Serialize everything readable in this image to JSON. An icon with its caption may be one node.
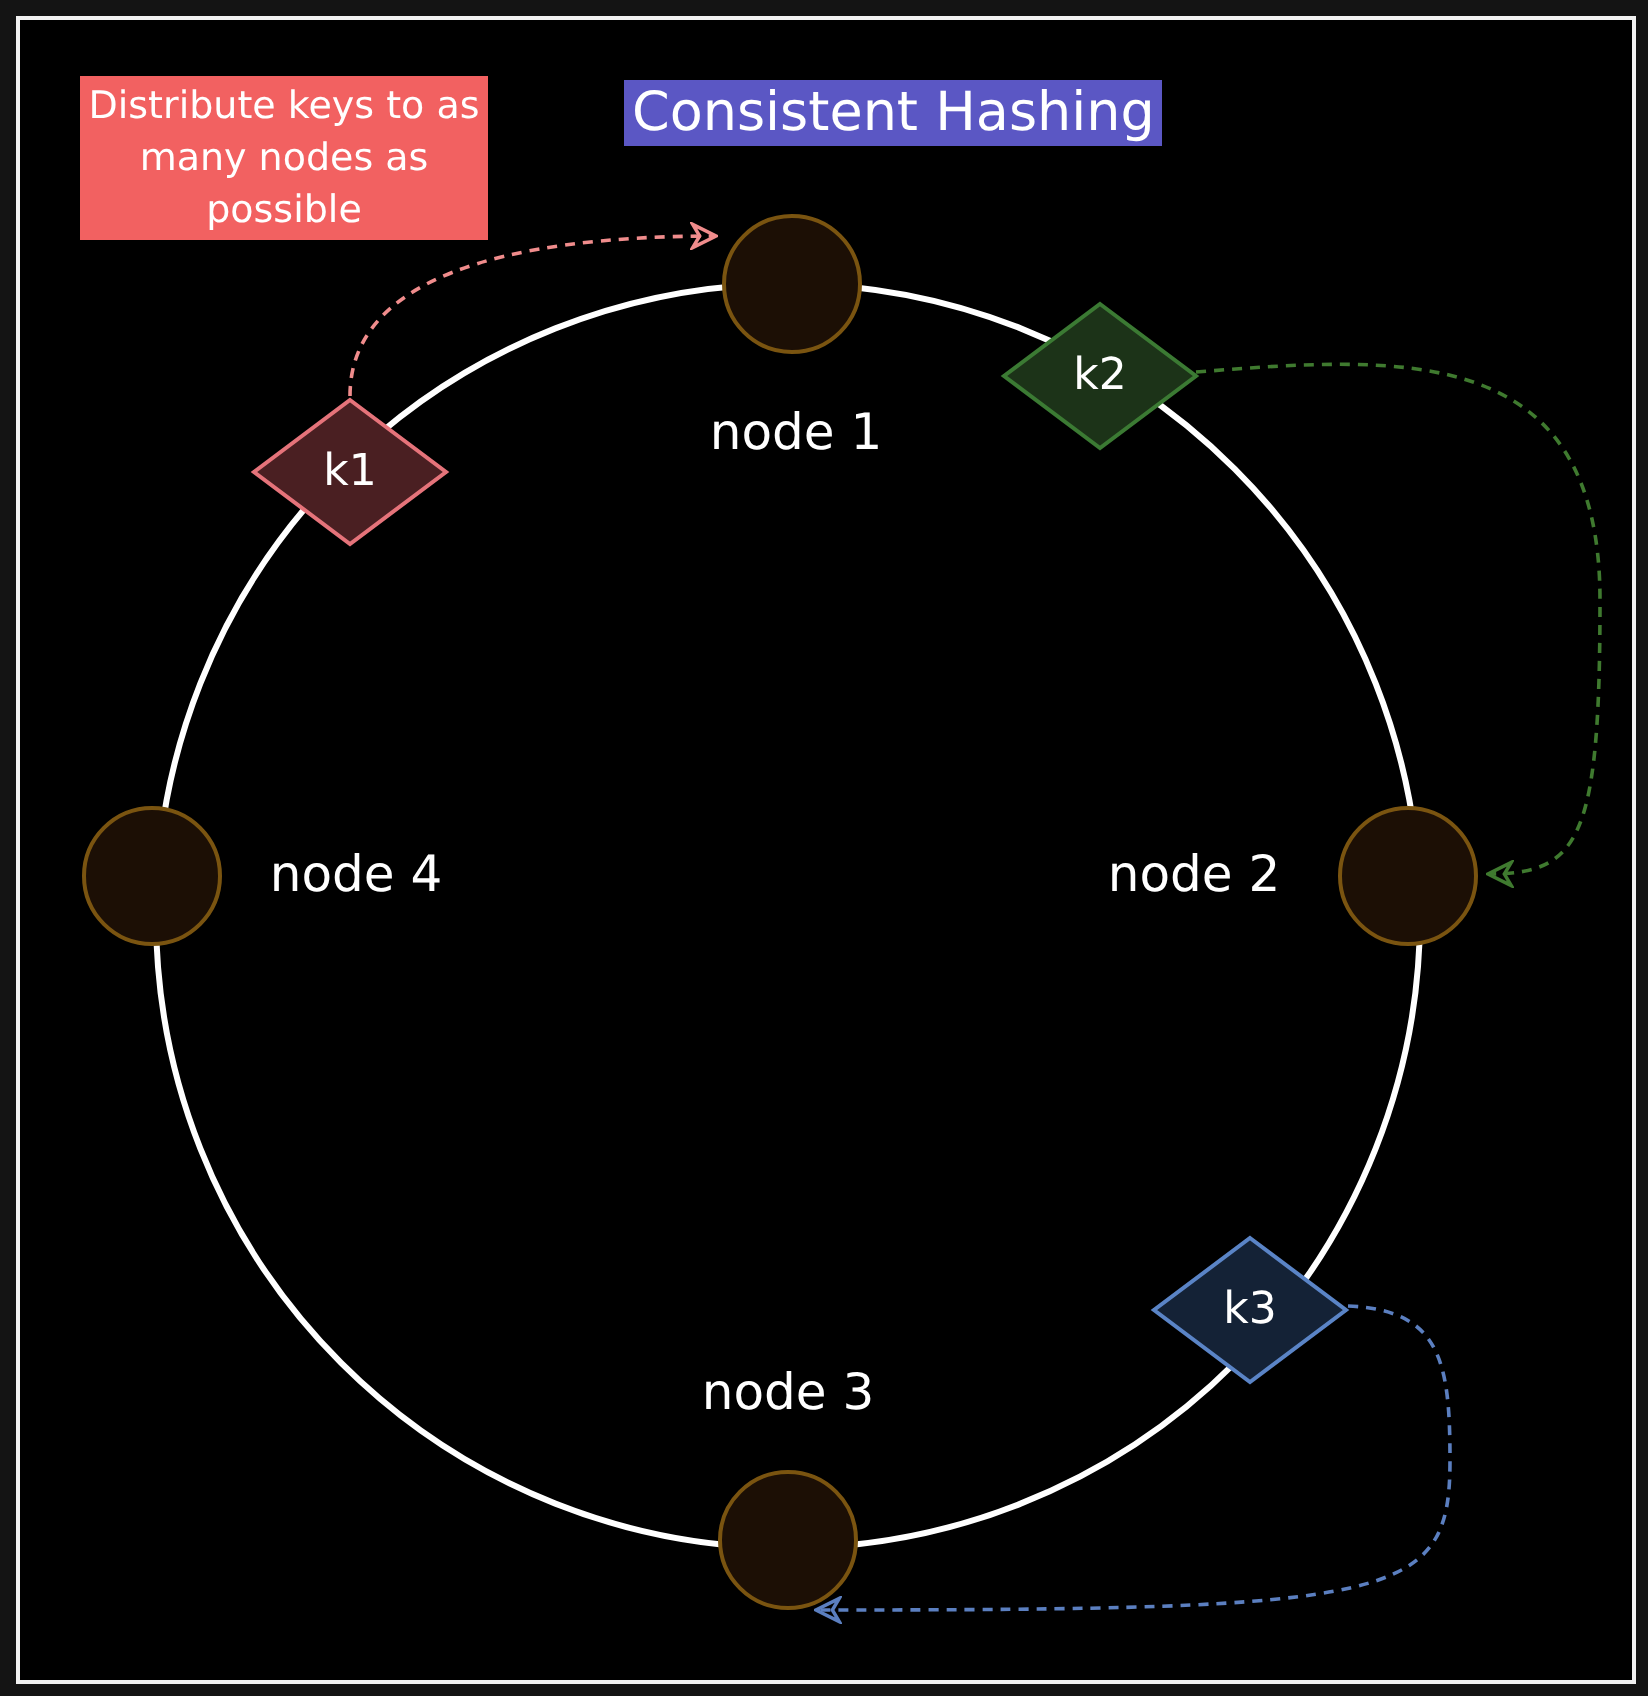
{
  "diagram": {
    "title": "Consistent Hashing",
    "nodes": [
      {
        "text": [
          "Distribute keys to as many nodes as possible"
        ]
      },
      {
        "text": [
          "k1"
        ]
      },
      {
        "text": [
          "node 1"
        ]
      },
      {
        "text": [
          "k2"
        ]
      },
      {
        "text": [
          "node 4"
        ]
      },
      {
        "text": [
          "node 2"
        ]
      },
      {
        "text": [
          "k3"
        ]
      },
      {
        "text": [
          "node 3"
        ]
      }
    ],
    "edges": [
      {
        "from": 1,
        "to": 2,
        "arrow": "to",
        "style": "dashed",
        "color": "#f08c8c"
      },
      {
        "from": 3,
        "to": 5,
        "arrow": "to",
        "style": "dashed",
        "color": "#3f7a2f"
      },
      {
        "from": 6,
        "to": 7,
        "arrow": "to",
        "style": "dashed",
        "color": "#5b7fc0"
      }
    ]
  }
}
